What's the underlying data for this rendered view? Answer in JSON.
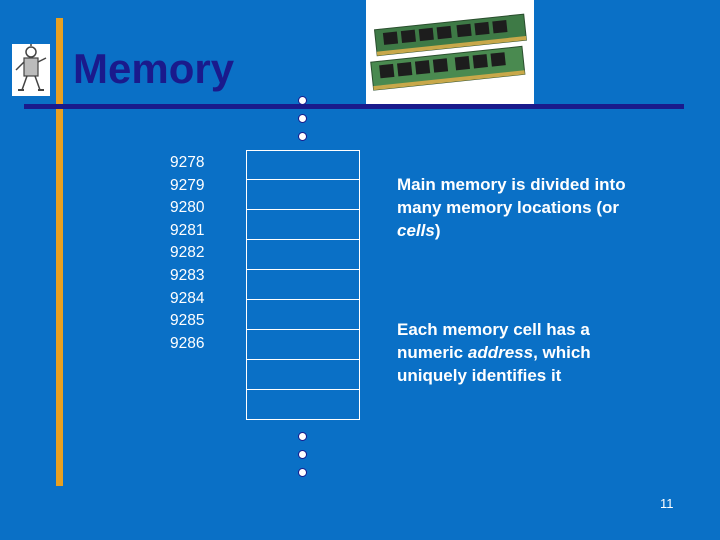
{
  "slide": {
    "title": "Memory",
    "page_number": "11"
  },
  "addresses": [
    "9278",
    "9279",
    "9280",
    "9281",
    "9282",
    "9283",
    "9284",
    "9285",
    "9286"
  ],
  "memory_cells_count": 9,
  "text_blocks": {
    "block1": {
      "prefix": "Main memory is divided into many memory locations (or ",
      "emph": "cells",
      "suffix": ")"
    },
    "block2": {
      "prefix": "Each memory cell has a numeric ",
      "emph": "address",
      "suffix": ", which uniquely identifies it"
    }
  },
  "colors": {
    "background": "#0a70c6",
    "title": "#1a1a8c",
    "accent_bar": "#e8a020",
    "rule": "#1a1a8c"
  },
  "icons": {
    "logo": "robot-figure-icon",
    "image": "ram-modules-photo"
  }
}
